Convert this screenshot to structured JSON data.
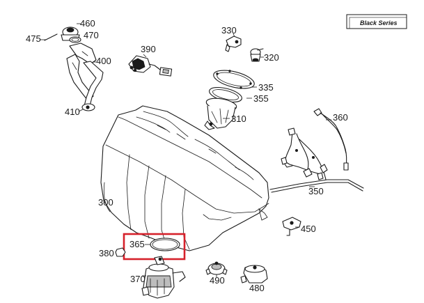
{
  "badge": {
    "text": "Black Series"
  },
  "parts": {
    "p475": "475",
    "p460": "460",
    "p470": "470",
    "p400": "400",
    "p410": "410",
    "p390": "390",
    "p330": "330",
    "p320": "320",
    "p335": "335",
    "p355": "355",
    "p310": "310",
    "p360": "360",
    "p350": "350",
    "p300": "300",
    "p450": "450",
    "p365": "365",
    "p380": "380",
    "p370": "370",
    "p490": "490",
    "p480": "480"
  },
  "highlight": {
    "part": "365",
    "color": "#d6212b"
  }
}
